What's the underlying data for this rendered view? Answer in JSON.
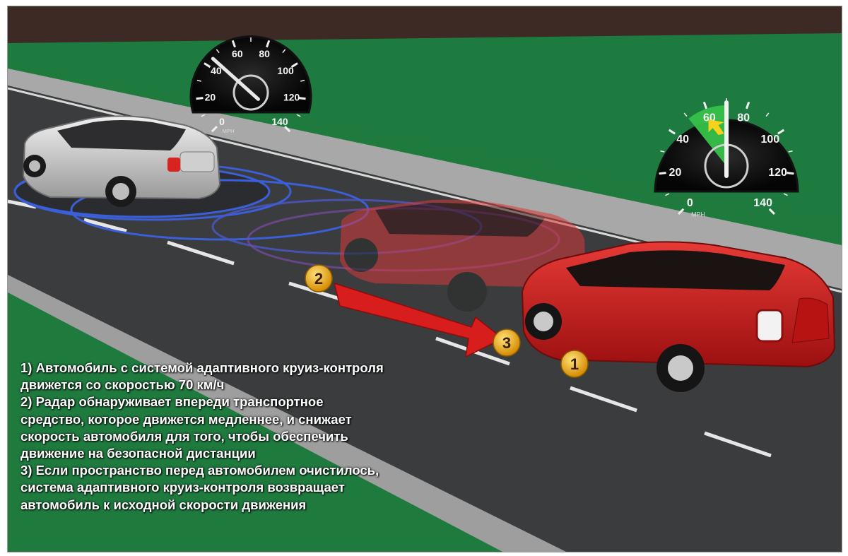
{
  "markers": [
    "1",
    "2",
    "3"
  ],
  "speedometers": {
    "left": {
      "ticks": [
        "0",
        "20",
        "40",
        "60",
        "80",
        "100",
        "120",
        "140"
      ],
      "unit": "MPH",
      "needle_speed": 45
    },
    "right": {
      "ticks": [
        "0",
        "20",
        "40",
        "60",
        "80",
        "100",
        "120",
        "140"
      ],
      "unit": "MPH",
      "needle_speed": 70,
      "set_zone_color": "#36c24a",
      "arrow_color": "#f6d21c"
    }
  },
  "caption": {
    "lines": [
      "1) Автомобиль с системой адаптивного круиз-контроля",
      "движется со скоростью 70 км/ч",
      "2) Радар обнаруживает впереди транспортное",
      "средство, которое движется медленнее, и снижает",
      "скорость автомобиля для того, чтобы обеспечить",
      "движение на безопасной дистанции",
      "3) Если пространство перед автомобилем очистилось,",
      "система адаптивного круиз-контроля возвращает",
      "автомобиль к исходной скорости движения"
    ]
  },
  "colors": {
    "grass": "#1f7a3e",
    "road": "#3a3c3e",
    "sidewalk": "#a9a9a9",
    "radar": "#3b5fd9",
    "accent_red": "#d81d1d",
    "marker_gold": "#f2b51a"
  }
}
